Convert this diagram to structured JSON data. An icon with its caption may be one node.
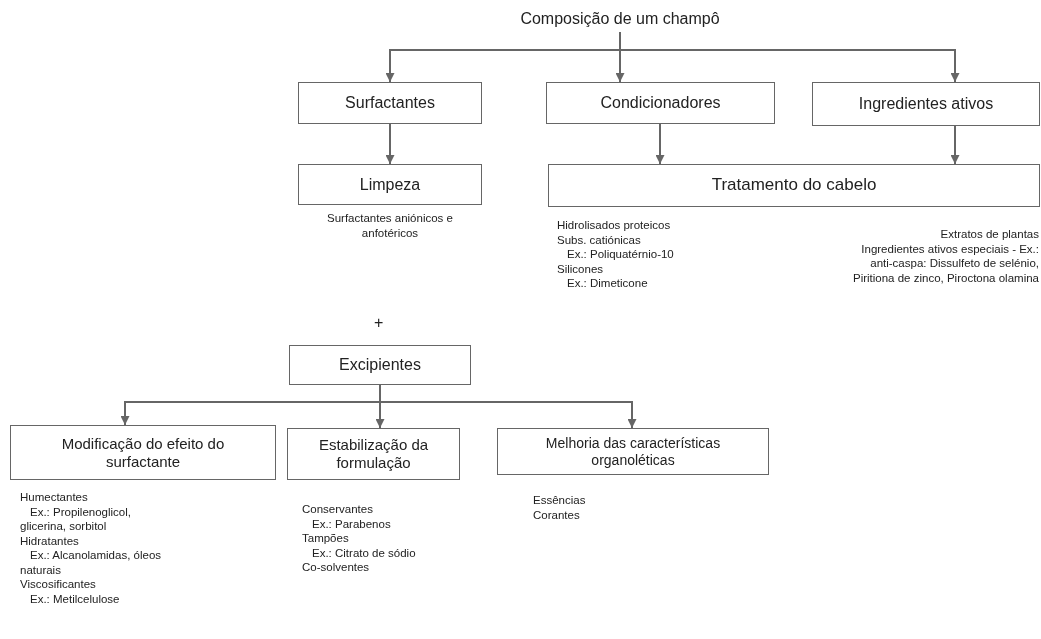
{
  "diagram": {
    "nodes": [
      {
        "text": [
          "Composição de um champô"
        ]
      },
      {
        "text": [
          "Surfactantes"
        ]
      },
      {
        "text": [
          "Condicionadores"
        ]
      },
      {
        "text": [
          "Ingredientes ativos"
        ]
      },
      {
        "text": [
          "Limpeza"
        ],
        "beside": [
          "Surfactantes aniónicos e anfotéricos"
        ]
      },
      {
        "text": [
          "Tratamento do cabelo"
        ],
        "beside": [
          "Hidrolisados proteicos",
          "Subs. catiónicas",
          "Ex.: Poliquatérnio-10",
          "Silicones",
          "Ex.: Dimeticone",
          "Extratos de plantas",
          "Ingredientes ativos especiais - Ex.: anti-caspa: Dissulfeto de selénio, Piritiona de zinco, Piroctona olamina"
        ]
      },
      {
        "text": [
          "Excipientes"
        ]
      },
      {
        "text": [
          "Modificação do efeito do surfactante"
        ],
        "beside": [
          "Humectantes",
          "Ex.: Propilenoglicol, glicerina, sorbitol",
          "Hidratantes",
          "Ex.: Alcanolamidas, óleos naturais",
          "Viscosificantes",
          "Ex.: Metilcelulose"
        ]
      },
      {
        "text": [
          "Estabilização da formulação"
        ],
        "beside": [
          "Conservantes",
          "Ex.: Parabenos",
          "Tampões",
          "Ex.: Citrato de sódio",
          "Co-solventes"
        ]
      },
      {
        "text": [
          "Melhoria das características organoléticas"
        ],
        "beside": [
          "Essências",
          "Corantes"
        ]
      }
    ],
    "edges": [
      {
        "from": 0,
        "to": 1,
        "arrow": "to"
      },
      {
        "from": 0,
        "to": 2,
        "arrow": "to"
      },
      {
        "from": 0,
        "to": 3,
        "arrow": "to"
      },
      {
        "from": 1,
        "to": 4,
        "arrow": "to"
      },
      {
        "from": 2,
        "to": 5,
        "arrow": "to"
      },
      {
        "from": 3,
        "to": 5,
        "arrow": "to"
      },
      {
        "from": 6,
        "to": 7,
        "arrow": "to"
      },
      {
        "from": 6,
        "to": 8,
        "arrow": "to"
      },
      {
        "from": 6,
        "to": 9,
        "arrow": "to"
      }
    ],
    "labels": [
      "+"
    ]
  }
}
